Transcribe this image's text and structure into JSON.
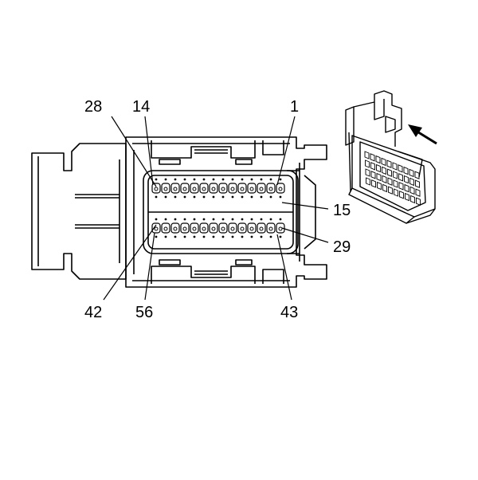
{
  "pin_labels": {
    "p28": "28",
    "p14": "14",
    "p1": "1",
    "p15": "15",
    "p29": "29",
    "p42": "42",
    "p56": "56",
    "p43": "43"
  },
  "colors": {
    "line": "#000000",
    "background": "#ffffff",
    "fill_light": "#f2f2f2"
  },
  "connector": {
    "rows": 2,
    "pins_per_row": 14,
    "total_cavities": 56
  }
}
